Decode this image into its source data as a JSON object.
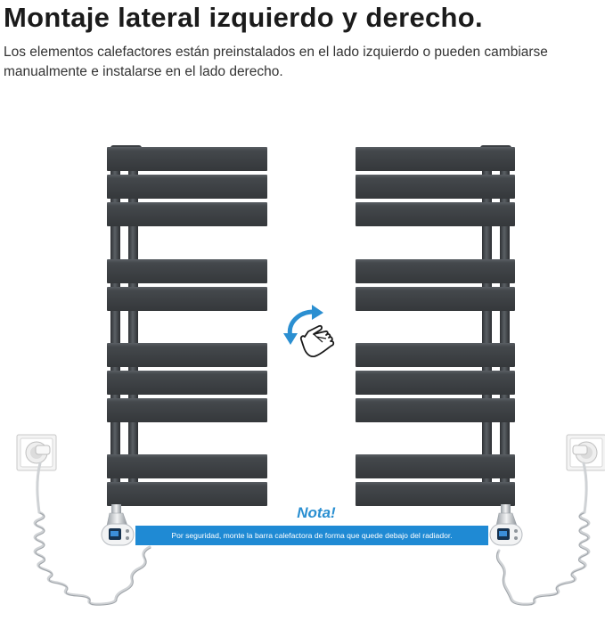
{
  "header": {
    "title": "Montaje lateral izquierdo y derecho.",
    "description": "Los elementos calefactores están preinstalados en el lado izquierdo o pueden cambiarse manualmente e instalarse en el lado derecho."
  },
  "note": {
    "title": "Nota!",
    "text": "Por seguridad, monte la barra calefactora de forma que quede debajo del radiador."
  },
  "colors": {
    "radiator": "#3d4145",
    "accent": "#1f8ad4",
    "title_text": "#1b1b1b"
  },
  "icons": [
    "rotate-arrow-icon",
    "hand-pointer-icon",
    "wall-socket-icon",
    "heating-element-icon"
  ]
}
